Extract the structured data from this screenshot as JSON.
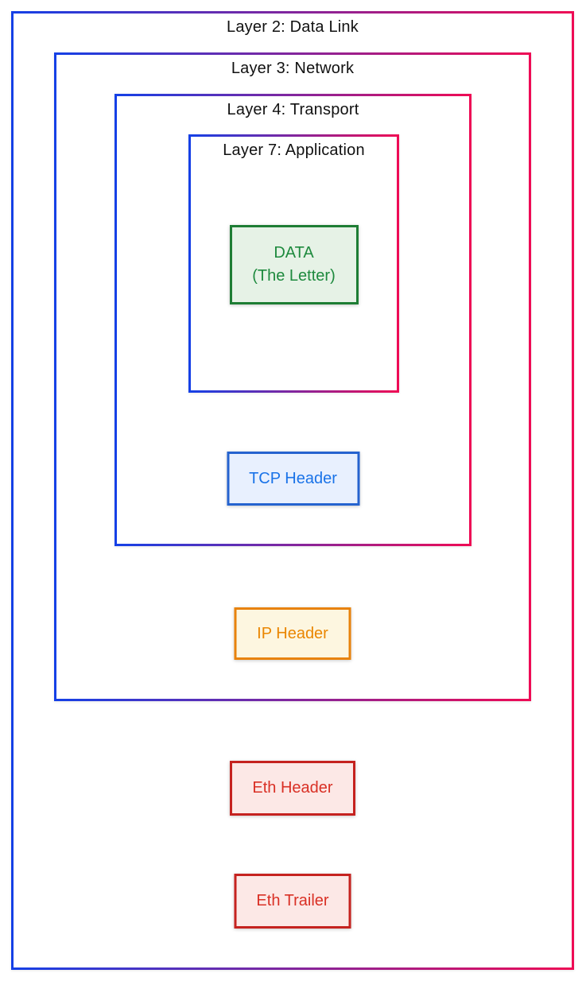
{
  "diagram": {
    "layers": {
      "layer2": {
        "label": "Layer 2: Data Link"
      },
      "layer3": {
        "label": "Layer 3: Network"
      },
      "layer4": {
        "label": "Layer 4: Transport"
      },
      "layer7": {
        "label": "Layer 7: Application"
      }
    },
    "boxes": {
      "data": {
        "line1": "DATA",
        "line2": "(The Letter)"
      },
      "tcp": {
        "label": "TCP Header"
      },
      "ip": {
        "label": "IP Header"
      },
      "eth_header": {
        "label": "Eth Header"
      },
      "eth_trailer": {
        "label": "Eth Trailer"
      }
    },
    "colors": {
      "layer_border_gradient_start": "#1540e6",
      "layer_border_gradient_end": "#ee0b55",
      "layer_label_text": "#111111",
      "data_border": "#1e7d34",
      "data_background": "#e6f2e6",
      "data_text": "#1e8a3e",
      "tcp_border": "#2563cf",
      "tcp_background": "#e8f0fe",
      "tcp_text": "#1a73e8",
      "ip_border": "#e8820c",
      "ip_background": "#fdf6e0",
      "ip_text": "#ea8600",
      "eth_border": "#c5221f",
      "eth_background": "#fce8e6",
      "eth_text": "#d93025"
    }
  }
}
